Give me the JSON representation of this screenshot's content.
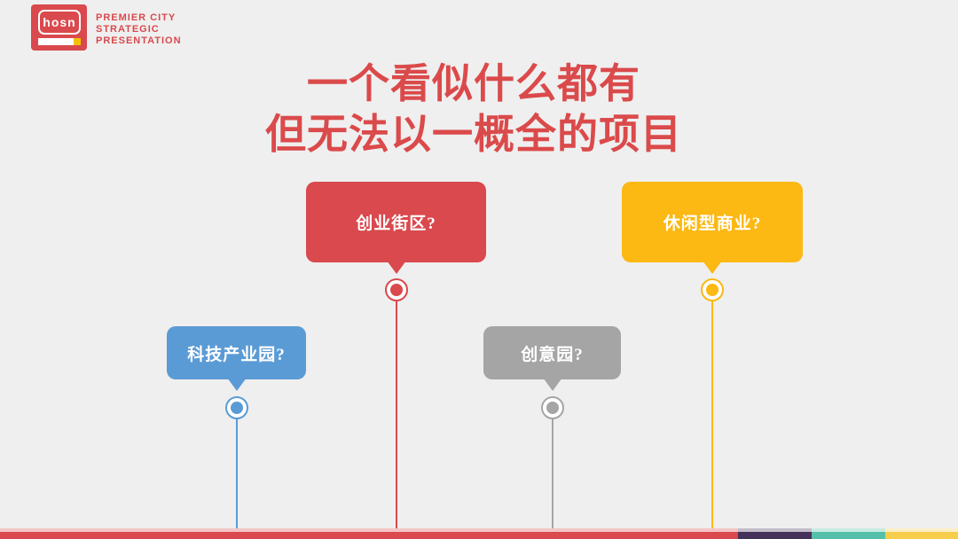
{
  "slide": {
    "background_color": "#EFEFEF",
    "logo": {
      "brand": "hosn",
      "tagline_lines": [
        "PREMIER CITY",
        "STRATEGIC",
        "PRESENTATION"
      ],
      "box_color": "#D9494D",
      "accent_color": "#F3C300",
      "text_color": "#D9494D"
    },
    "title": {
      "lines": [
        "一个看似什么都有",
        "但无法以一概全的项目"
      ],
      "color": "#DB4A4B"
    },
    "callouts": [
      {
        "label": "创业街区?",
        "color": "#D9494D"
      },
      {
        "label": "休闲型商业?",
        "color": "#FCB813"
      },
      {
        "label": "科技产业园?",
        "color": "#5B9BD5"
      },
      {
        "label": "创意园?",
        "color": "#A5A5A5"
      }
    ],
    "footer_segments": [
      {
        "name": "red",
        "color": "#D9494D"
      },
      {
        "name": "purple",
        "color": "#443159"
      },
      {
        "name": "teal",
        "color": "#55BFA9"
      },
      {
        "name": "yellow",
        "color": "#F6CE4B"
      }
    ]
  }
}
